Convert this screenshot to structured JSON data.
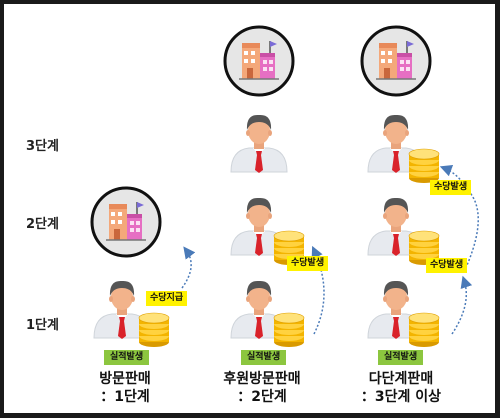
{
  "levels": {
    "level3": "3단계",
    "level2": "2단계",
    "level1": "1단계"
  },
  "badges": {
    "col1_pay": "수당지급",
    "col2_occur": "수당발생",
    "col3_occur_top": "수당발생",
    "col3_occur_mid": "수당발생",
    "perf_col1": "실적발생",
    "perf_col2": "실적발생",
    "perf_col3": "실적발생"
  },
  "captions": {
    "col1": {
      "line1": "방문판매",
      "line2": "：1단계"
    },
    "col2": {
      "line1": "후원방문판매",
      "line2": "：2단계"
    },
    "col3": {
      "line1": "다단계판매",
      "line2": "：3단계 이상"
    }
  },
  "colors": {
    "bubble_bg": "#e6e6e6",
    "bubble_border": "#111111",
    "badge_yellow": "#fff200",
    "badge_green": "#8cc63f",
    "arrow": "#4a7ab8",
    "coin": "#f3b400",
    "tie": "#d9222a",
    "hair": "#555555",
    "skin": "#f2b38b"
  }
}
